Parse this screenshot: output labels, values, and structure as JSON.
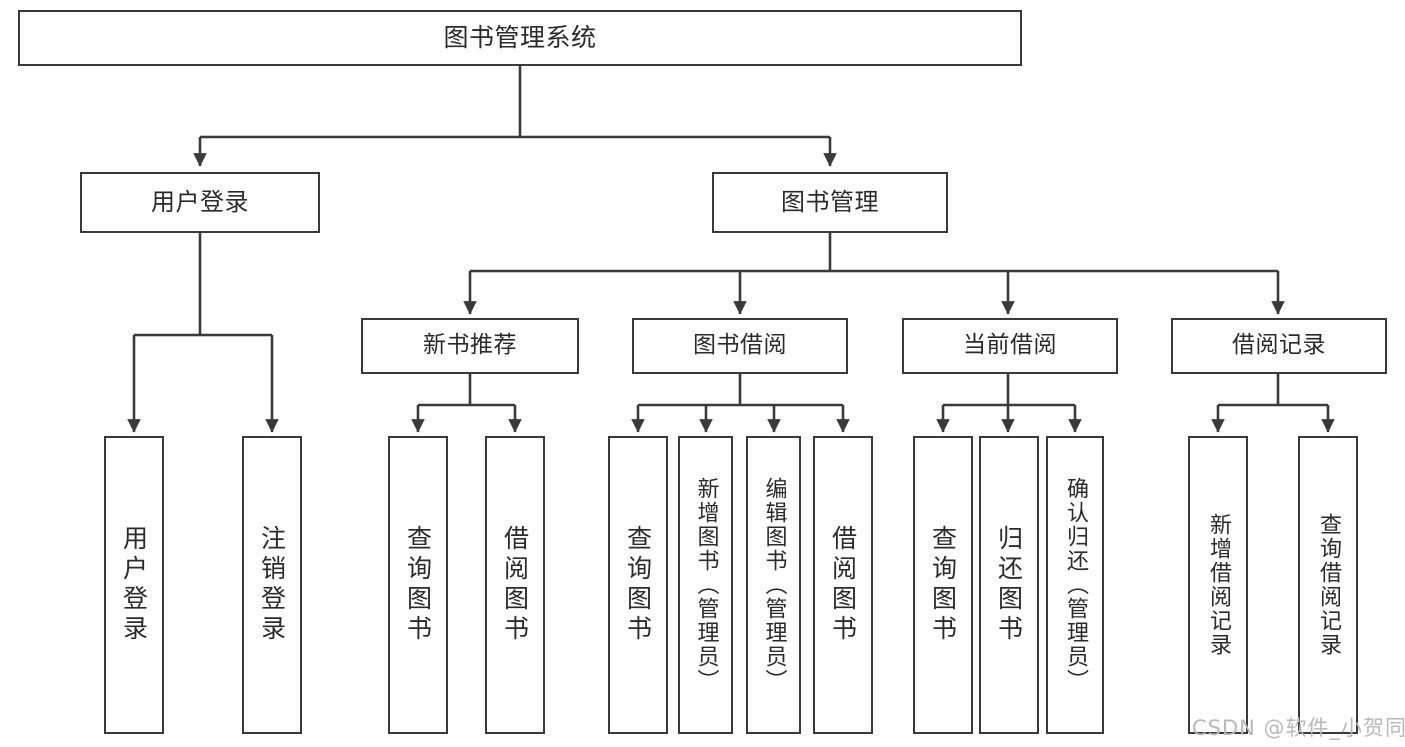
{
  "diagram": {
    "type": "tree",
    "title": "图书管理系统",
    "watermark": "CSDN @软件_小贺同学",
    "colors": {
      "box_border": "#3a3a3a",
      "box_fill": "#ffffff",
      "connector": "#3a3a3a",
      "text": "#2b2b2b",
      "watermark": "#b9b9b9",
      "background": "#ffffff"
    },
    "nodes": {
      "root": {
        "label": "图书管理系统"
      },
      "level2": [
        {
          "id": "user-login",
          "label": "用户登录"
        },
        {
          "id": "book-manage",
          "label": "图书管理"
        }
      ],
      "level3": [
        {
          "id": "new-book-rec",
          "label": "新书推荐"
        },
        {
          "id": "book-borrow",
          "label": "图书借阅"
        },
        {
          "id": "current-borrow",
          "label": "当前借阅"
        },
        {
          "id": "borrow-record",
          "label": "借阅记录"
        }
      ],
      "leaves": [
        {
          "id": "leaf-user-login",
          "label": "用户登录",
          "parent": "user-login"
        },
        {
          "id": "leaf-logout-login",
          "label": "注销登录",
          "parent": "user-login"
        },
        {
          "id": "leaf-query-book-1",
          "label": "查询图书",
          "parent": "new-book-rec"
        },
        {
          "id": "leaf-borrow-book-1",
          "label": "借阅图书",
          "parent": "new-book-rec"
        },
        {
          "id": "leaf-query-book-2",
          "label": "查询图书",
          "parent": "book-borrow"
        },
        {
          "id": "leaf-add-book",
          "label": "新增图书（管理员）",
          "parent": "book-borrow"
        },
        {
          "id": "leaf-edit-book",
          "label": "编辑图书（管理员）",
          "parent": "book-borrow"
        },
        {
          "id": "leaf-borrow-book-2",
          "label": "借阅图书",
          "parent": "book-borrow"
        },
        {
          "id": "leaf-query-book-3",
          "label": "查询图书",
          "parent": "current-borrow"
        },
        {
          "id": "leaf-return-book",
          "label": "归还图书",
          "parent": "current-borrow"
        },
        {
          "id": "leaf-confirm-return",
          "label": "确认归还（管理员）",
          "parent": "current-borrow"
        },
        {
          "id": "leaf-add-record",
          "label": "新增借阅记录",
          "parent": "borrow-record"
        },
        {
          "id": "leaf-query-record",
          "label": "查询借阅记录",
          "parent": "borrow-record"
        }
      ]
    }
  }
}
